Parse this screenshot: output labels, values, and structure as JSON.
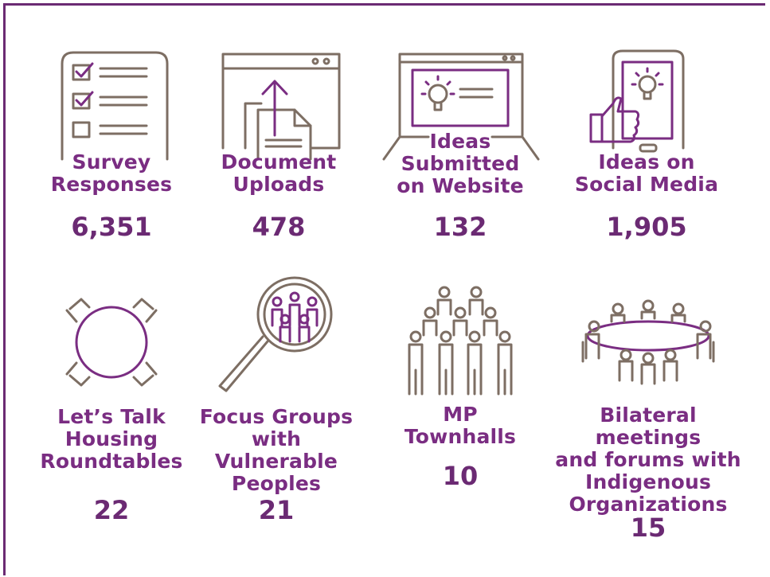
{
  "stats": [
    {
      "label_lines": [
        "Survey",
        "Responses"
      ],
      "value": "6,351",
      "icon": "checklist-icon"
    },
    {
      "label_lines": [
        "Document",
        "Uploads"
      ],
      "value": "478",
      "icon": "document-upload-icon"
    },
    {
      "label_lines": [
        "Ideas",
        "Submitted",
        "on Website"
      ],
      "value": "132",
      "icon": "laptop-lightbulb-icon"
    },
    {
      "label_lines": [
        "Ideas on",
        "Social Media"
      ],
      "value": "1,905",
      "icon": "phone-thumbs-up-icon"
    },
    {
      "label_lines": [
        "Let’s Talk",
        "Housing",
        "Roundtables"
      ],
      "value": "22",
      "icon": "roundtable-icon"
    },
    {
      "label_lines": [
        "Focus Groups",
        "with Vulnerable",
        "Peoples"
      ],
      "value": "21",
      "icon": "magnifier-people-icon"
    },
    {
      "label_lines": [
        "MP",
        "Townhalls"
      ],
      "value": "10",
      "icon": "crowd-icon"
    },
    {
      "label_lines": [
        "Bilateral meetings",
        "and forums with",
        "Indigenous",
        "Organizations"
      ],
      "value": "15",
      "icon": "meeting-table-icon"
    }
  ],
  "colors": {
    "accent": "#7a2d82",
    "icon_line": "#7d6e63",
    "border": "#6b2a73"
  }
}
